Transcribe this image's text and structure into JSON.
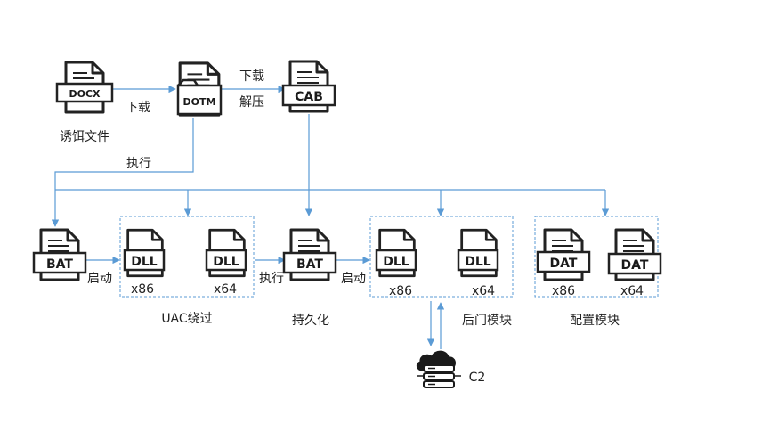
{
  "diagram": {
    "files": {
      "docx": "DOCX",
      "dotm": "DOTM",
      "cab": "CAB",
      "bat1": "BAT",
      "dll_uac_86": "DLL",
      "dll_uac_64": "DLL",
      "bat2": "BAT",
      "dll_bd_86": "DLL",
      "dll_bd_64": "DLL",
      "dat_86": "DAT",
      "dat_64": "DAT"
    },
    "labels": {
      "lure_doc": "诱饵文件",
      "download1": "下载",
      "download2": "下载",
      "decompress": "解压",
      "execute1": "执行",
      "start1": "启动",
      "execute2": "执行",
      "start2": "启动",
      "x86_uac": "x86",
      "x64_uac": "x64",
      "x86_bd": "x86",
      "x64_bd": "x64",
      "x86_cfg": "x86",
      "x64_cfg": "x64",
      "uac_bypass": "UAC绕过",
      "persistence": "持久化",
      "backdoor_module": "后门模块",
      "config_module": "配置模块",
      "c2": "C2"
    }
  }
}
